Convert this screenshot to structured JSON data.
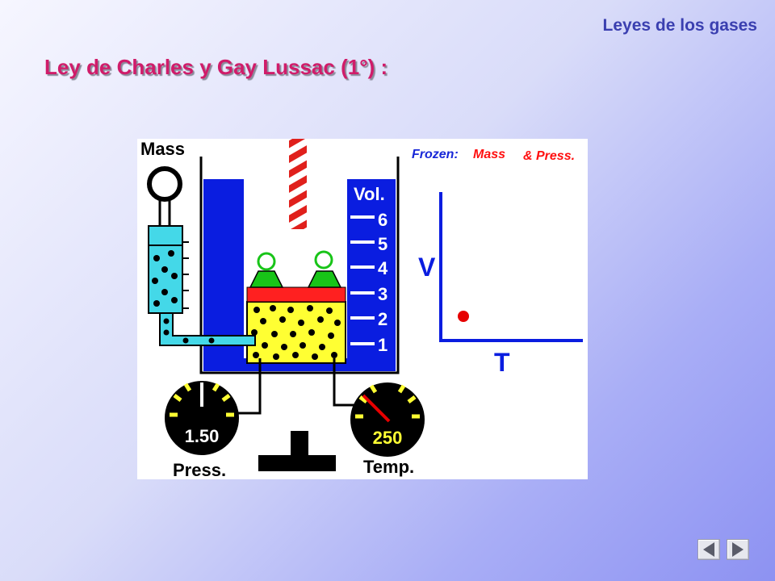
{
  "header": {
    "topic": "Leyes de los gases"
  },
  "title": {
    "text": "Ley de Charles y Gay Lussac (1°) :"
  },
  "figure": {
    "mass_label": "Mass",
    "frozen_label": "Frozen:",
    "frozen_mass": "Mass",
    "frozen_press": "& Press.",
    "volume_label": "Vol.",
    "volume_scale": [
      "6",
      "5",
      "4",
      "3",
      "2",
      "1"
    ],
    "pressure_value": "1.50",
    "pressure_label": "Press.",
    "temperature_value": "250",
    "temperature_label": "Temp.",
    "graph": {
      "y_axis": "V",
      "x_axis": "T"
    },
    "colors": {
      "piston": "#ff2020",
      "gas": "#ffff33",
      "container": "#0a1de0",
      "marker": "#e60000"
    }
  },
  "nav": {
    "prev_icon": "triangle-left-icon",
    "next_icon": "triangle-right-icon"
  }
}
